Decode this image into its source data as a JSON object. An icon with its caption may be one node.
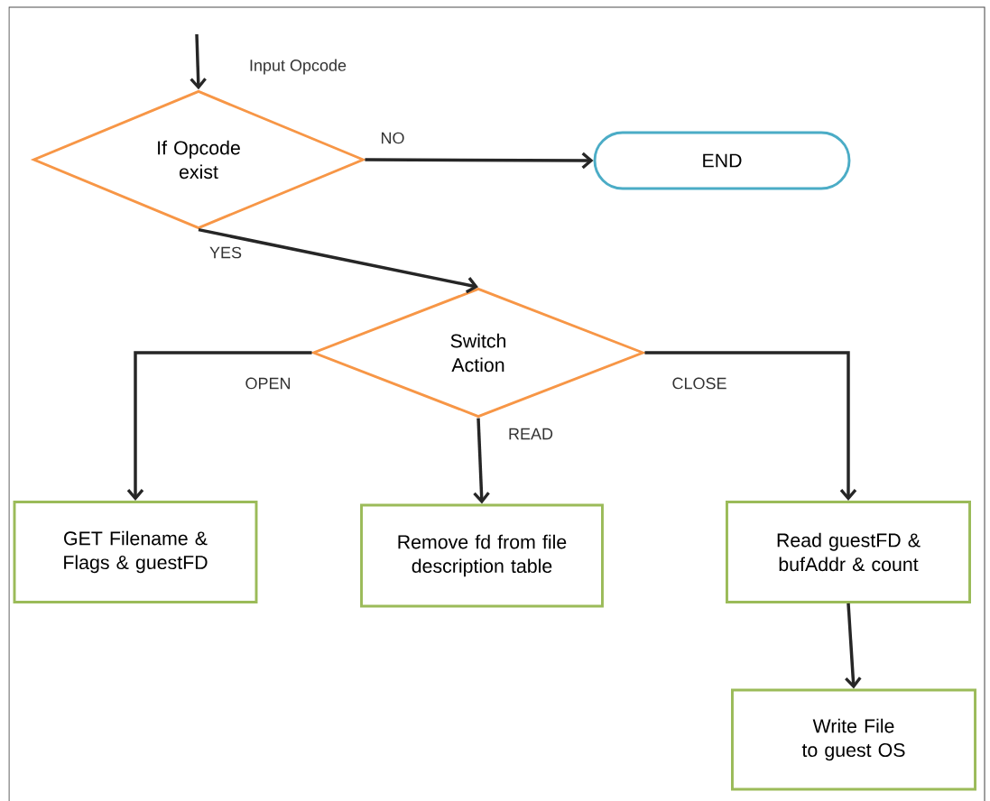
{
  "diagram": {
    "nodes": [
      {
        "text": [
          "If Opcode exist"
        ]
      },
      {
        "text": [
          "END"
        ]
      },
      {
        "text": [
          "Switch Action"
        ]
      },
      {
        "text": [
          "GET Filename & Flags & guestFD"
        ]
      },
      {
        "text": [
          "Remove fd from file description table"
        ]
      },
      {
        "text": [
          "Read guestFD & bufAddr & count"
        ]
      },
      {
        "text": [
          "Write File to guest OS"
        ]
      }
    ],
    "edges": [
      {
        "from": null,
        "to": 0,
        "arrow": "to",
        "label": "Input Opcode"
      },
      {
        "from": 0,
        "to": 1,
        "arrow": "to",
        "label": "NO"
      },
      {
        "from": 0,
        "to": 2,
        "arrow": "to",
        "label": "YES"
      },
      {
        "from": 2,
        "to": 3,
        "arrow": "to",
        "label": "OPEN"
      },
      {
        "from": 2,
        "to": 4,
        "arrow": "to",
        "label": "READ"
      },
      {
        "from": 2,
        "to": 5,
        "arrow": "to",
        "label": "CLOSE"
      },
      {
        "from": 5,
        "to": 6,
        "arrow": "to"
      }
    ]
  }
}
